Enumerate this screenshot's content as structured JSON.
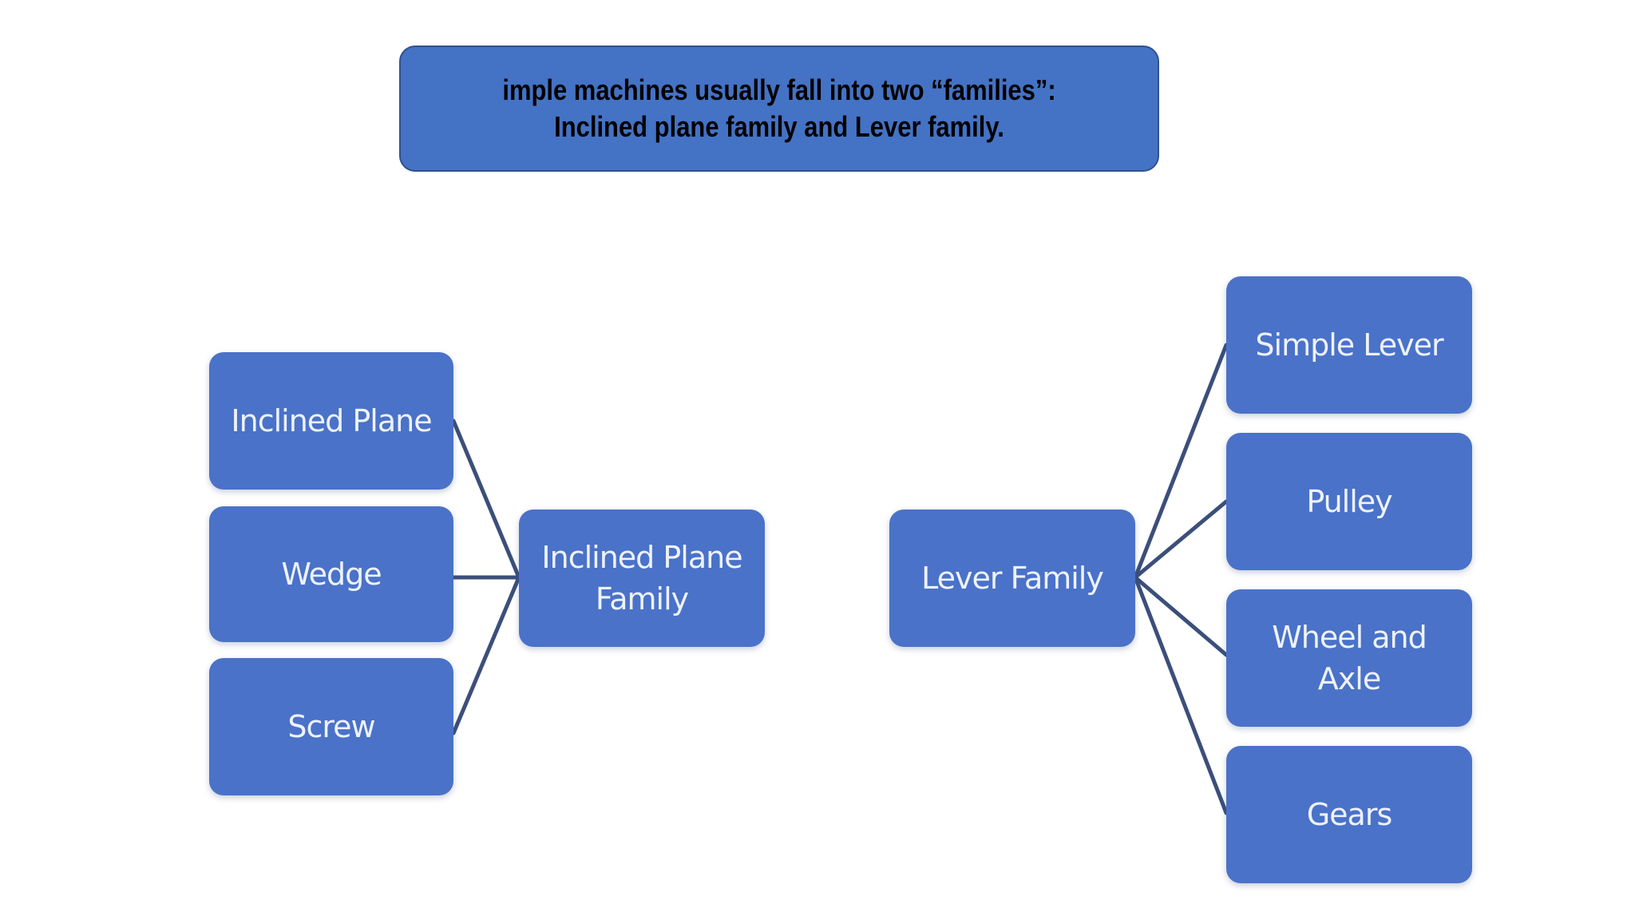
{
  "header": {
    "title": "imple machines usually fall into two “families”: Inclined plane family and Lever family."
  },
  "diagram": {
    "inclined_family": {
      "label": "Inclined Plane Family",
      "children": [
        "Inclined Plane",
        "Wedge",
        "Screw"
      ]
    },
    "lever_family": {
      "label": "Lever Family",
      "children": [
        "Simple Lever",
        "Pulley",
        "Wheel and Axle",
        "Gears"
      ]
    }
  },
  "colors": {
    "box_fill": "#4a72c8",
    "title_fill": "#4472c4",
    "connector": "#3b4f7a",
    "box_text": "#eef2fb",
    "title_text": "#000000"
  }
}
